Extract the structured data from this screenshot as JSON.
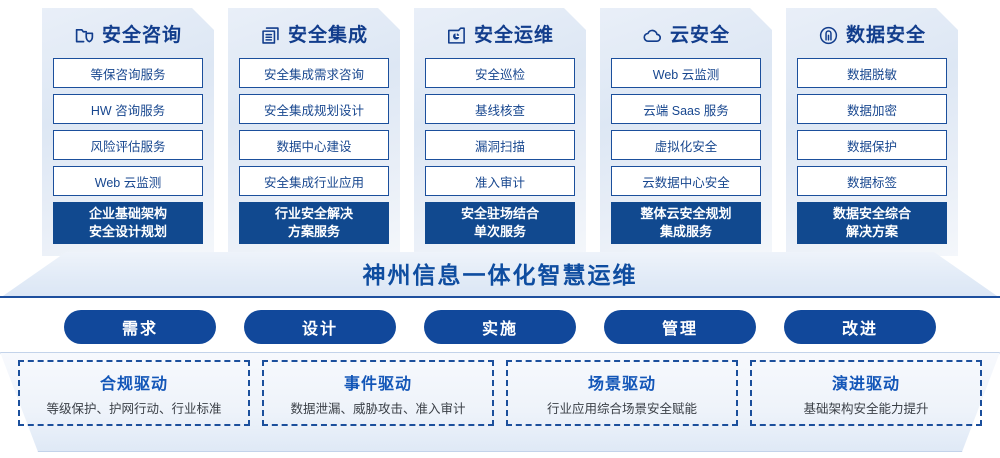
{
  "colors": {
    "deep_blue": "#11498f",
    "accent_blue": "#1356b8",
    "title_blue": "#123d8c",
    "pill_blue": "#11489b",
    "item_border": "#1b4f9c"
  },
  "pillars": [
    {
      "icon": "folder-shield-icon",
      "title": "安全咨询",
      "items": [
        "等保咨询服务",
        "HW 咨询服务",
        "风险评估服务",
        "Web 云监测"
      ],
      "highlight": [
        "企业基础架构",
        "安全设计规划"
      ]
    },
    {
      "icon": "stacked-documents-icon",
      "title": "安全集成",
      "items": [
        "安全集成需求咨询",
        "安全集成规划设计",
        "数据中心建设",
        "安全集成行业应用"
      ],
      "highlight": [
        "行业安全解决",
        "方案服务"
      ]
    },
    {
      "icon": "monitor-pie-chart-icon",
      "title": "安全运维",
      "items": [
        "安全巡检",
        "基线核查",
        "漏洞扫描",
        "准入审计"
      ],
      "highlight": [
        "安全驻场结合",
        "单次服务"
      ]
    },
    {
      "icon": "cloud-icon",
      "title": "云安全",
      "items": [
        "Web 云监测",
        "云端 Saas 服务",
        "虚拟化安全",
        "云数据中心安全"
      ],
      "highlight": [
        "整体云安全规划",
        "集成服务"
      ]
    },
    {
      "icon": "fingerprint-icon",
      "title": "数据安全",
      "items": [
        "数据脱敏",
        "数据加密",
        "数据保护",
        "数据标签"
      ],
      "highlight": [
        "数据安全综合",
        "解决方案"
      ]
    }
  ],
  "banner": {
    "text": "神州信息一体化智慧运维"
  },
  "stages": [
    {
      "label": "需求"
    },
    {
      "label": "设计"
    },
    {
      "label": "实施"
    },
    {
      "label": "管理"
    },
    {
      "label": "改进"
    }
  ],
  "drivers": [
    {
      "title": "合规驱动",
      "desc": "等级保护、护网行动、行业标准"
    },
    {
      "title": "事件驱动",
      "desc": "数据泄漏、威胁攻击、准入审计"
    },
    {
      "title": "场景驱动",
      "desc": "行业应用综合场景安全赋能"
    },
    {
      "title": "演进驱动",
      "desc": "基础架构安全能力提升"
    }
  ]
}
